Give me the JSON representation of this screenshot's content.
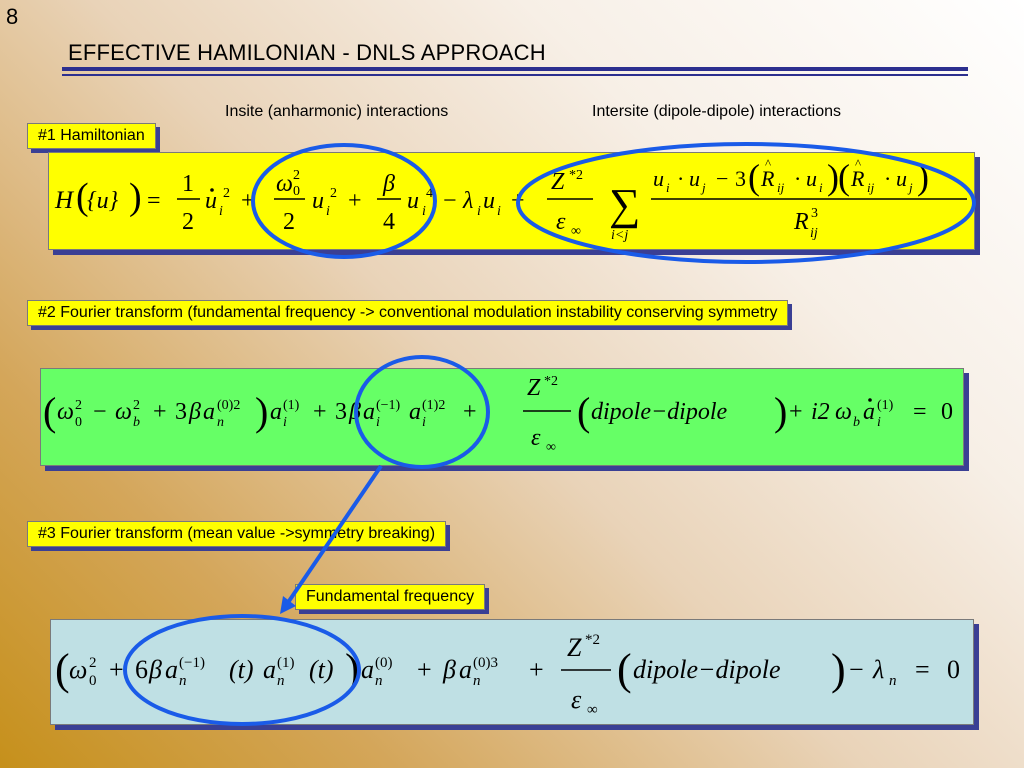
{
  "slide": {
    "number": "8",
    "title": "EFFECTIVE HAMILONIAN - DNLS APPROACH"
  },
  "labels": {
    "insite": "Insite (anharmonic) interactions",
    "intersite": "Intersite (dipole-dipole) interactions"
  },
  "tags": {
    "hamiltonian": "#1  Hamiltonian",
    "fourier_fundamental": "#2  Fourier transform (fundamental frequency -> conventional modulation instability conserving symmetry",
    "fourier_mean": "#3  Fourier transform (mean value ->symmetry breaking)",
    "fundamental_frequency": "Fundamental frequency"
  },
  "equations": {
    "eq1": {
      "H": "H",
      "u_set": "{u}",
      "eq": "=",
      "half_num": "1",
      "half_den": "2",
      "u": "u",
      "i": "i",
      "two": "2",
      "plus": "+",
      "omega": "ω",
      "zero": "0",
      "beta": "β",
      "four": "4",
      "minus": "−",
      "lambda": "λ",
      "Z": "Z",
      "star2": "*2",
      "eps": "ε",
      "inf": "∞",
      "sum": "∑",
      "ilj": "i<j",
      "dot": "·",
      "three": "3",
      "R": "R",
      "ij": "ij",
      "j": "j",
      "cube": "3"
    },
    "eq2": {
      "omega": "ω",
      "zero": "0",
      "two": "2",
      "b": "b",
      "minus": "−",
      "plus": "+",
      "three": "3",
      "beta": "β",
      "a": "a",
      "n": "n",
      "i": "i",
      "sup_02": "(0)2",
      "sup_1": "(1)",
      "sup_m1": "(−1)",
      "sup_12": "(1)2",
      "Z": "Z",
      "star2": "*2",
      "eps": "ε",
      "inf": "∞",
      "dd": "dipole−dipole",
      "i2": "i2",
      "eq": "=",
      "res": "0"
    },
    "eq3": {
      "omega": "ω",
      "zero": "0",
      "two": "2",
      "plus": "+",
      "six": "6",
      "beta": "β",
      "a": "a",
      "n": "n",
      "sup_m1": "(−1)",
      "sup_1": "(1)",
      "t": "(t)",
      "sup_0": "(0)",
      "sup_03": "(0)3",
      "Z": "Z",
      "star2": "*2",
      "eps": "ε",
      "inf": "∞",
      "dd": "dipole−dipole",
      "minus": "−",
      "lambda": "λ",
      "eq": "=",
      "res": "0"
    }
  },
  "colors": {
    "yellow_box": "#ffff00",
    "green_box": "#66ff66",
    "blue_box": "#bfe0e4",
    "ellipse_stroke": "#1a5be8",
    "rule": "#2c2f8f",
    "shadow": "#3a3f94"
  }
}
